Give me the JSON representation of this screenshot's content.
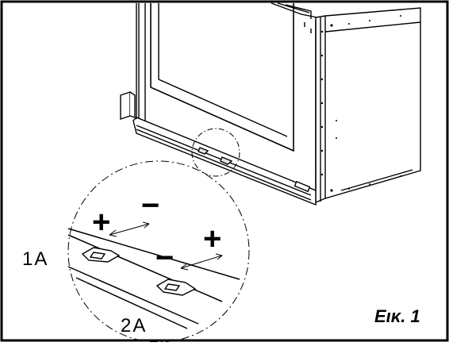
{
  "figure": {
    "caption": "Εικ. 1",
    "labels": {
      "hinge_1": "1A",
      "hinge_2": "2A"
    },
    "adjust_signs": {
      "hinge_1_plus": "+",
      "hinge_1_minus": "−",
      "hinge_2_plus": "+",
      "hinge_2_minus": "−"
    }
  }
}
